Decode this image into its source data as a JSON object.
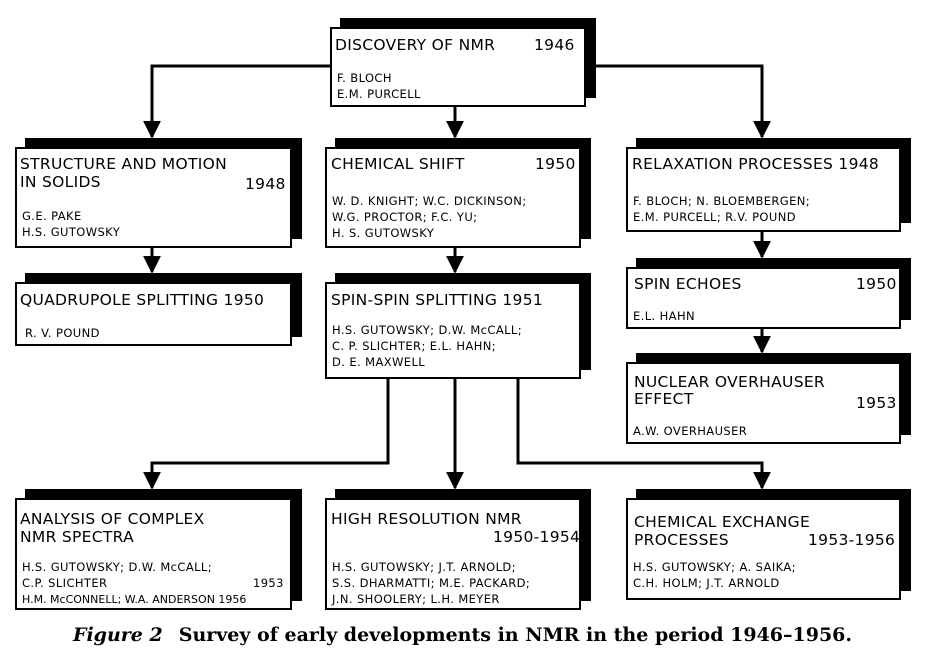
{
  "boxes": {
    "discovery": {
      "title": "DISCOVERY OF NMR",
      "year": "1946",
      "authors": [
        "F. BLOCH",
        "E.M. PURCELL"
      ]
    },
    "structure": {
      "title": [
        "STRUCTURE AND MOTION",
        "IN SOLIDS"
      ],
      "year": "1948",
      "authors": [
        "G.E. PAKE",
        "H.S. GUTOWSKY"
      ]
    },
    "chemical_shift": {
      "title": "CHEMICAL SHIFT",
      "year": "1950",
      "authors": [
        "W. D. KNIGHT; W.C. DICKINSON;",
        "W.G. PROCTOR; F.C. YU;",
        "H. S. GUTOWSKY"
      ]
    },
    "relaxation": {
      "title": "RELAXATION PROCESSES 1948",
      "authors": [
        "F. BLOCH; N. BLOEMBERGEN;",
        "E.M. PURCELL; R.V. POUND"
      ]
    },
    "quadrupole": {
      "title": "QUADRUPOLE SPLITTING 1950",
      "authors": [
        "R. V. POUND"
      ]
    },
    "spin_spin": {
      "title": "SPIN-SPIN SPLITTING 1951",
      "authors": [
        "H.S. GUTOWSKY; D.W. McCALL;",
        "C. P. SLICHTER; E.L. HAHN;",
        "D. E. MAXWELL"
      ]
    },
    "spin_echoes": {
      "title": "SPIN ECHOES",
      "year": "1950",
      "authors": [
        "E.L. HAHN"
      ]
    },
    "overhauser": {
      "title": [
        "NUCLEAR OVERHAUSER",
        "EFFECT"
      ],
      "year": "1953",
      "authors": [
        "A.W. OVERHAUSER"
      ]
    },
    "analysis": {
      "title": [
        "ANALYSIS OF COMPLEX",
        "NMR SPECTRA"
      ],
      "authors": [
        "H.S. GUTOWSKY; D.W. McCALL;",
        "C.P. SLICHTER",
        "H.M. McCONNELL; W.A. ANDERSON 1956"
      ],
      "year": "1953"
    },
    "high_res": {
      "title": "HIGH RESOLUTION NMR",
      "year": "1950-1954",
      "authors": [
        "H.S. GUTOWSKY; J.T. ARNOLD;",
        "S.S. DHARMATTI; M.E. PACKARD;",
        "J.N. SHOOLERY; L.H. MEYER"
      ]
    },
    "exchange": {
      "title": [
        "CHEMICAL EXCHANGE",
        "PROCESSES"
      ],
      "year": "1953-1956",
      "authors": [
        "H.S. GUTOWSKY; A. SAIKA;",
        "C.H. HOLM; J.T. ARNOLD"
      ]
    }
  },
  "caption": {
    "label": "Figure 2",
    "text": "Survey of early developments in NMR in the period 1946–1956."
  }
}
